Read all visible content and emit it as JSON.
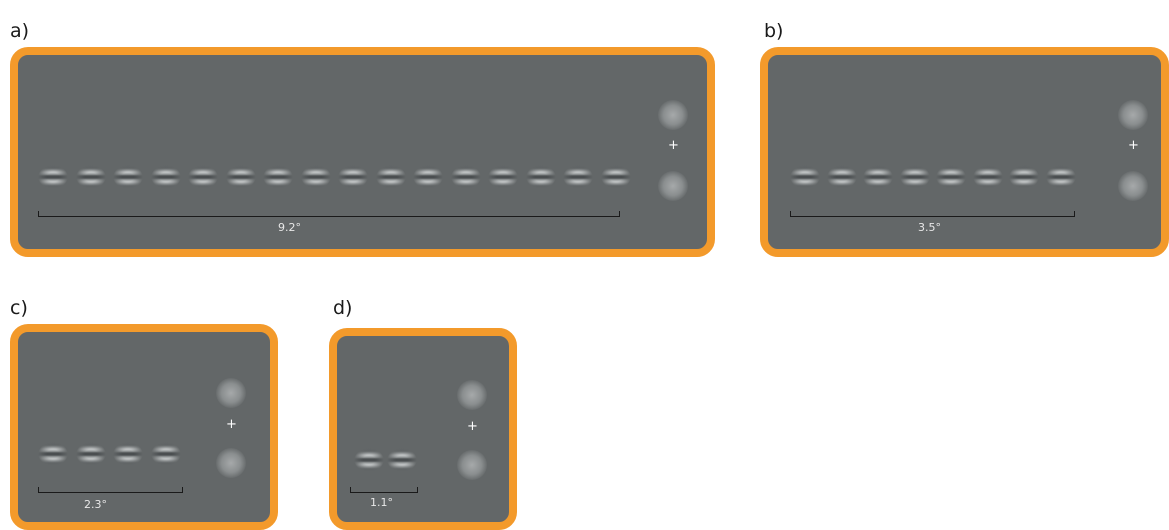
{
  "panels": [
    {
      "label": "a)",
      "visual_angle": "9.2°",
      "patch_count": 16
    },
    {
      "label": "b)",
      "visual_angle": "3.5°",
      "patch_count": 8
    },
    {
      "label": "c)",
      "visual_angle": "2.3°",
      "patch_count": 4
    },
    {
      "label": "d)",
      "visual_angle": "1.1°",
      "patch_count": 2
    }
  ],
  "fixation_symbol": "+",
  "colors": {
    "frame": "#f39a2b",
    "background": "#636768"
  }
}
